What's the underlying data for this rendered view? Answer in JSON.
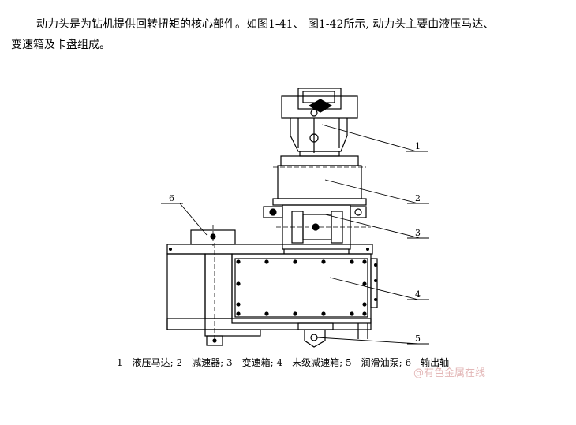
{
  "paragraph": {
    "line1": "动力头是为钻机提供回转扭矩的核心部件。如图1-41、 图1-42所示, 动力头主要由液压马达、",
    "line2": "变速箱及卡盘组成。"
  },
  "figure": {
    "callouts": [
      "1",
      "2",
      "3",
      "4",
      "5",
      "6"
    ],
    "caption": "1—液压马达; 2—减速器; 3—变速箱; 4—末级减速箱; 5—润滑油泵; 6—输出轴"
  },
  "watermark": "@有色金属在线"
}
